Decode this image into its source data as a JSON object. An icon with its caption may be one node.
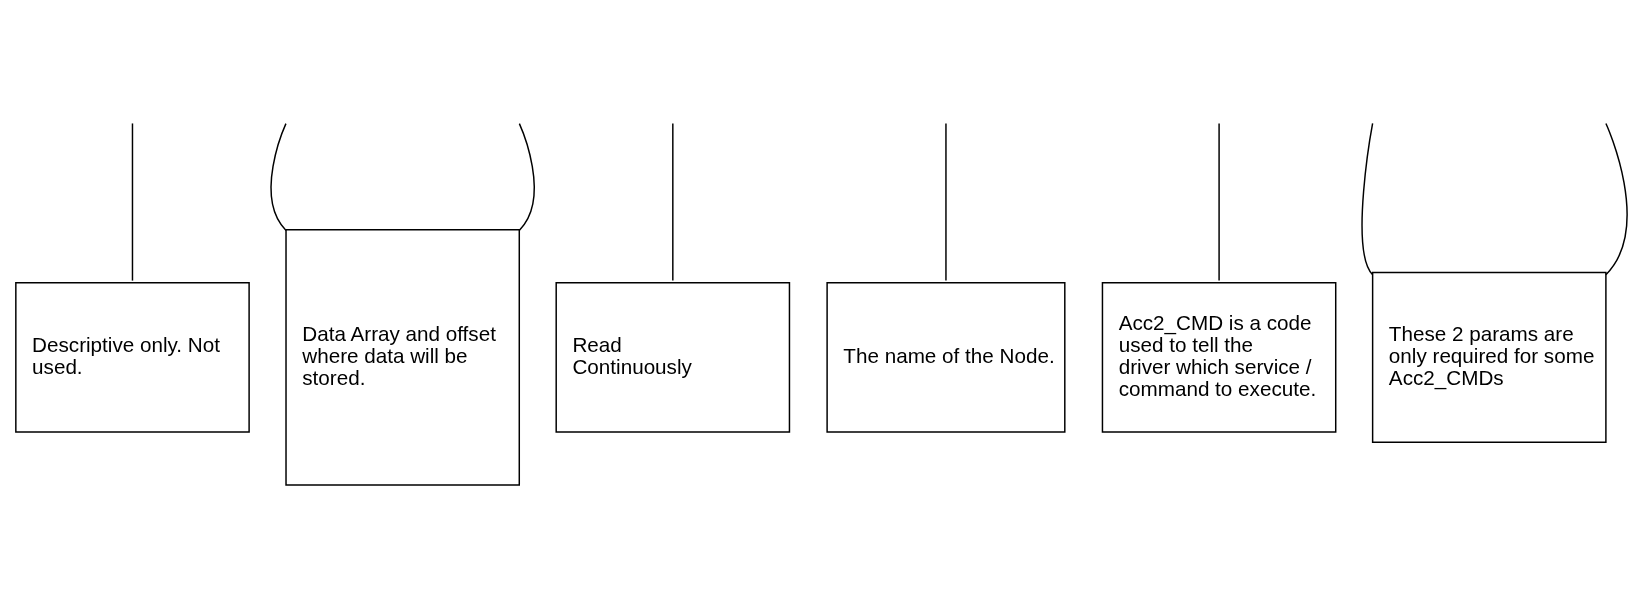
{
  "diagram": {
    "nodes": [
      {
        "text": [
          "Descriptive only. Not used."
        ]
      },
      {
        "text": [
          "Data Array and offset where data will be stored."
        ]
      },
      {
        "text": [
          "Read",
          "Continuously"
        ]
      },
      {
        "text": [
          "The name of the Node."
        ]
      },
      {
        "text": [
          "Acc2_CMD is a code used to tell the driver which service / command to execute."
        ]
      },
      {
        "text": [
          "These 2 params are only required for some Acc2_CMDs"
        ]
      }
    ],
    "edges": [
      {
        "from": 0,
        "to": null,
        "arrow": "none"
      },
      {
        "from": 1,
        "to": null,
        "arrow": "none"
      },
      {
        "from": 1,
        "to": null,
        "arrow": "none"
      },
      {
        "from": 2,
        "to": null,
        "arrow": "none"
      },
      {
        "from": 3,
        "to": null,
        "arrow": "none"
      },
      {
        "from": 4,
        "to": null,
        "arrow": "none"
      },
      {
        "from": 5,
        "to": null,
        "arrow": "none"
      },
      {
        "from": 5,
        "to": null,
        "arrow": "none"
      }
    ]
  }
}
